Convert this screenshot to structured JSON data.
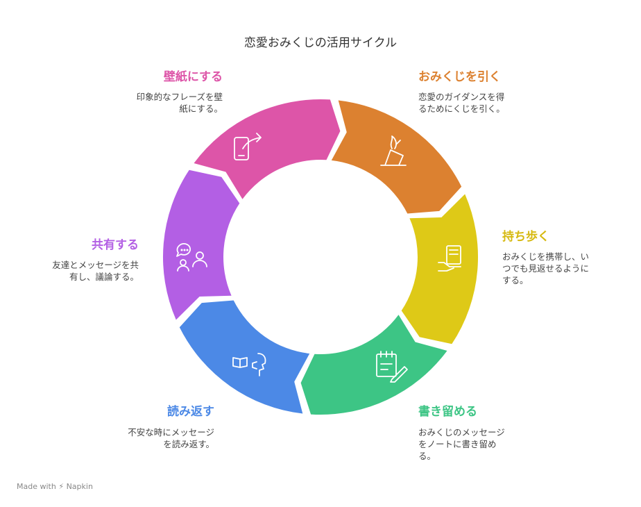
{
  "title": "恋愛おみくじの活用サイクル",
  "steps": [
    {
      "title": "おみくじを引く",
      "desc_lines": [
        "恋愛のガイダンスを得",
        "るためにくじを引く。"
      ],
      "color": "#DC8130",
      "icon": "hand-drawing-icon"
    },
    {
      "title": "持ち歩く",
      "desc_lines": [
        "おみくじを携帯し、い",
        "つでも見返せるように",
        "する。"
      ],
      "color": "#DEC917",
      "icon": "carry-card-icon"
    },
    {
      "title": "書き留める",
      "desc_lines": [
        "おみくじのメッセージ",
        "をノートに書き留め",
        "る。"
      ],
      "color": "#3DC585",
      "icon": "note-pencil-icon"
    },
    {
      "title": "読み返す",
      "desc_lines": [
        "不安な時にメッセージ",
        "を読み返す。"
      ],
      "color": "#4C89E6",
      "icon": "book-reading-icon"
    },
    {
      "title": "共有する",
      "desc_lines": [
        "友達とメッセージを共",
        "有し、議論する。"
      ],
      "color": "#B35FE4",
      "icon": "people-chat-icon"
    },
    {
      "title": "壁紙にする",
      "desc_lines": [
        "印象的なフレーズを壁",
        "紙にする。"
      ],
      "color": "#DD55A8",
      "icon": "phone-share-icon"
    }
  ],
  "credit": {
    "made_with": "Made with",
    "brand": "Napkin"
  }
}
